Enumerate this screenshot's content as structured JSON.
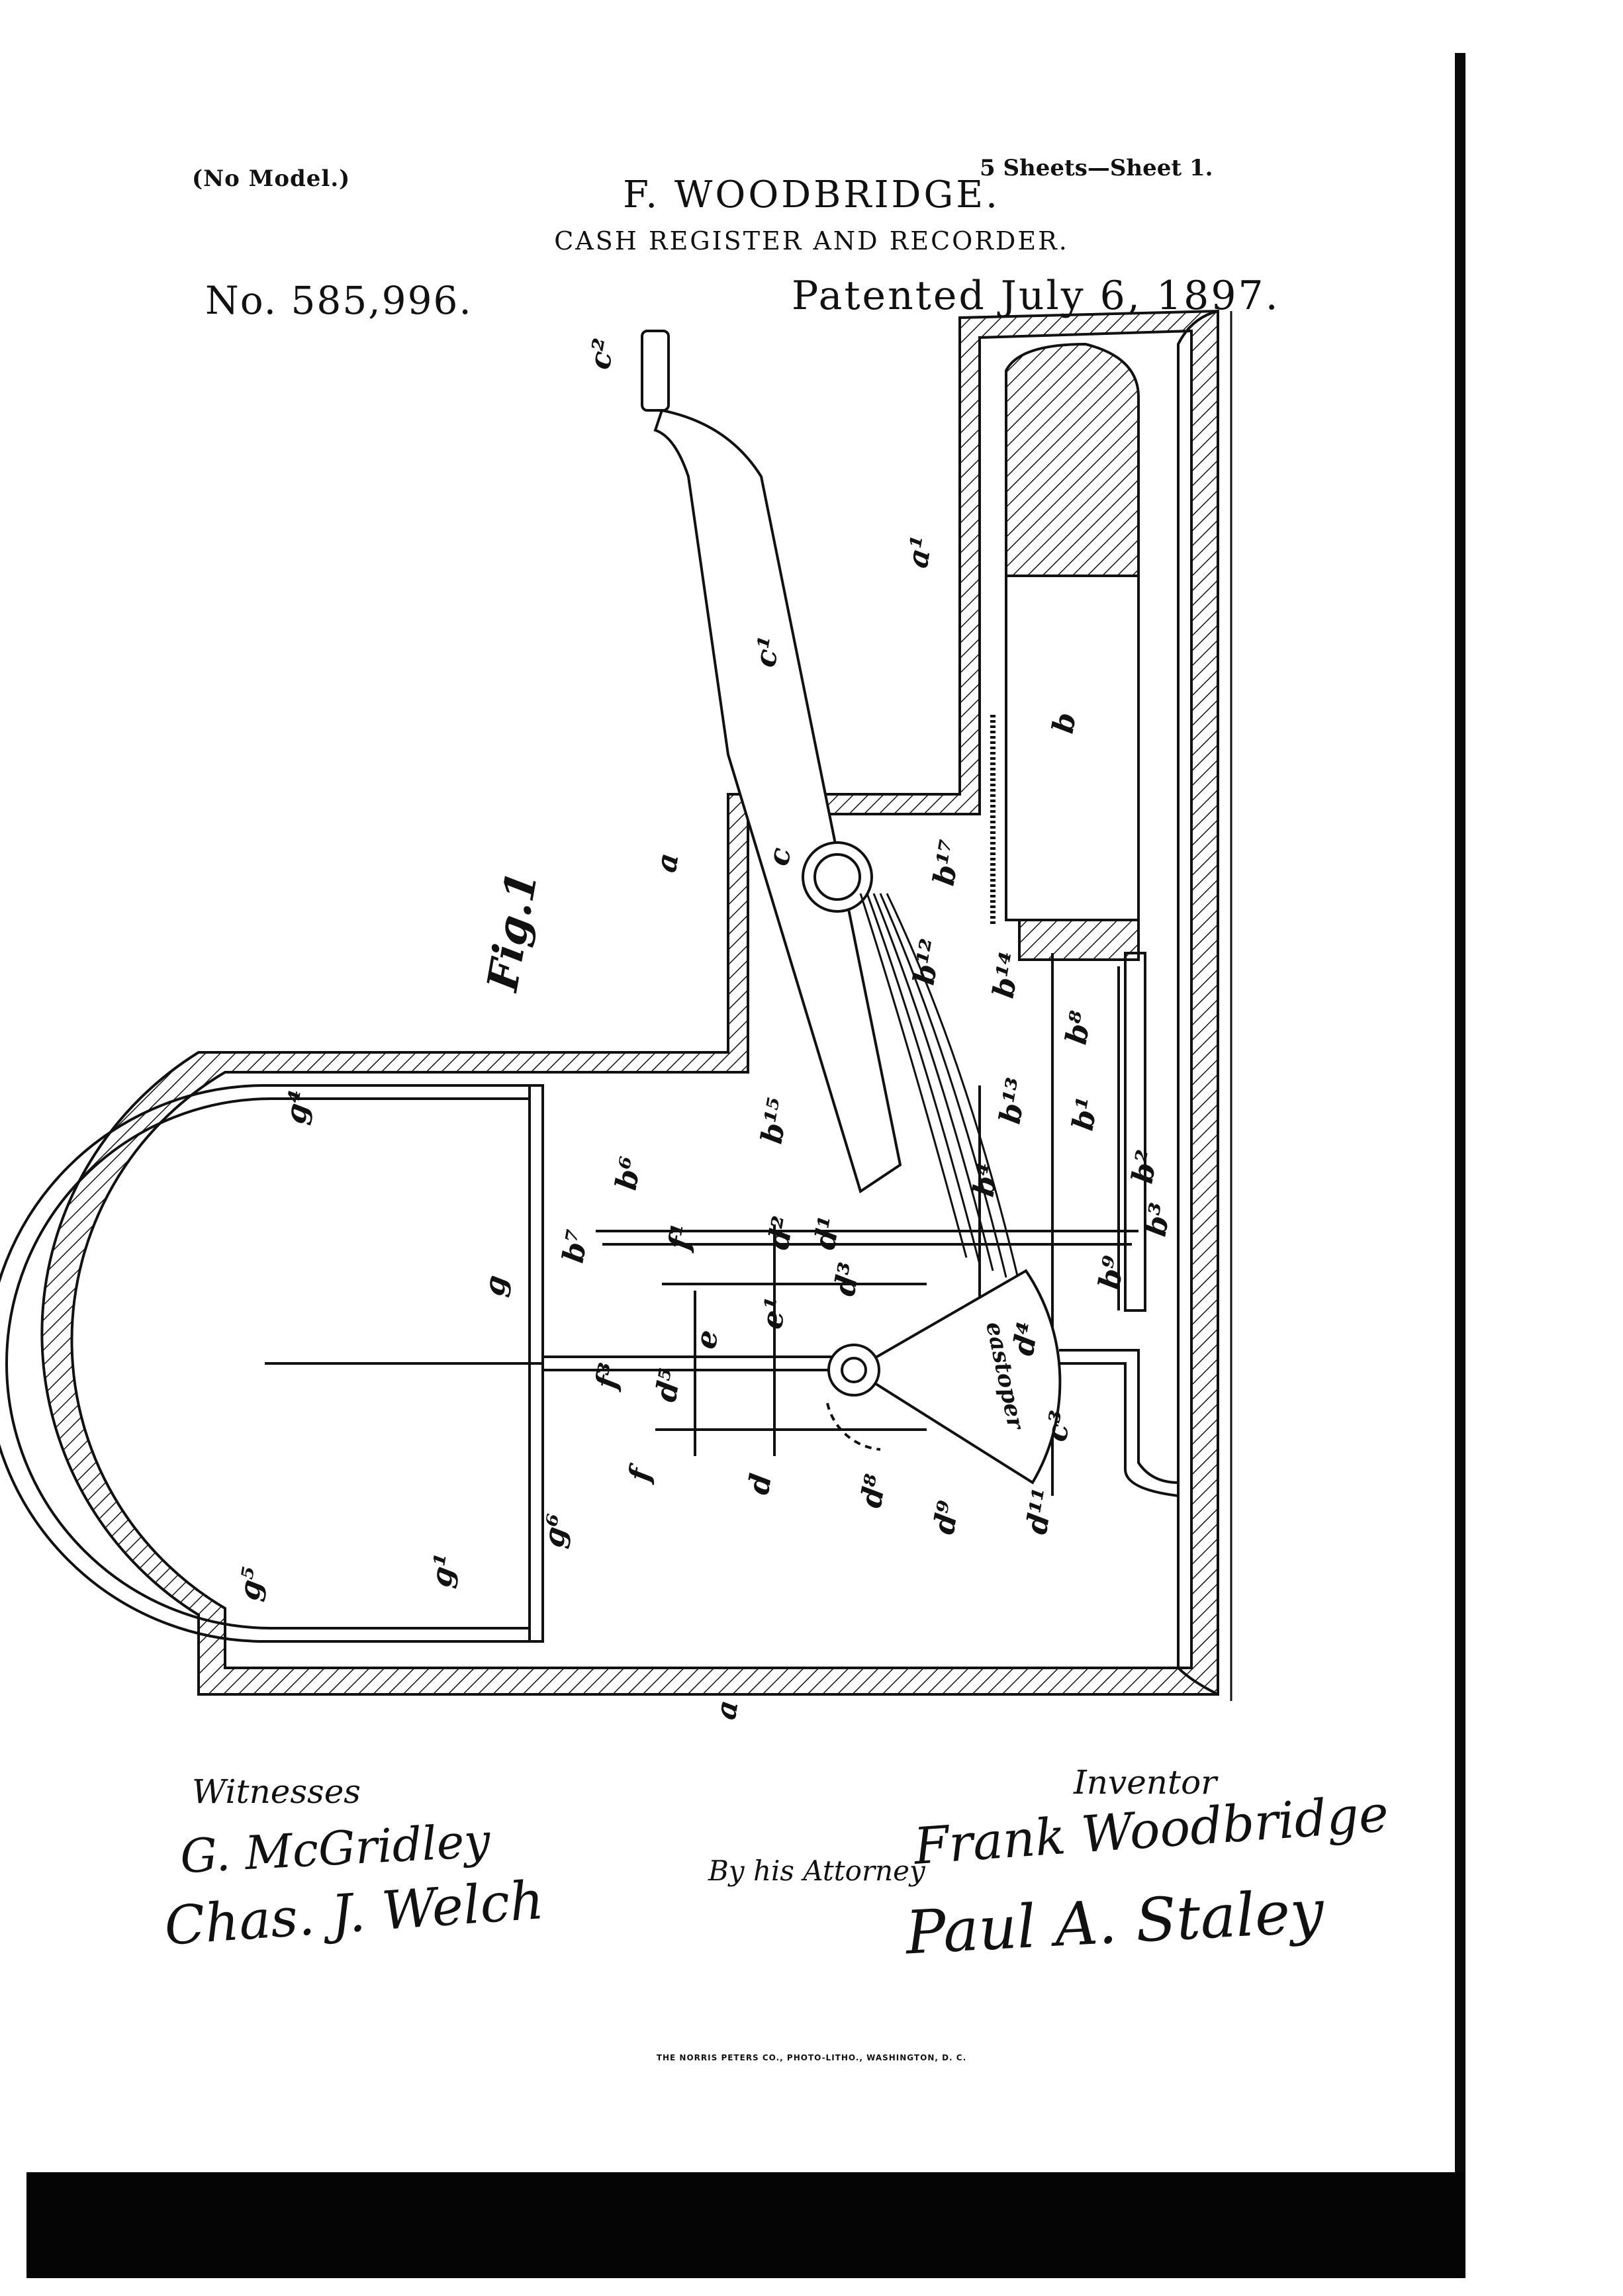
{
  "header": {
    "model_note": "(No Model.)",
    "sheets": "5 Sheets—Sheet 1.",
    "inventor_name": "F. WOODBRIDGE.",
    "title": "CASH REGISTER AND RECORDER.",
    "patent_number": "No. 585,996.",
    "patent_date": "Patented July 6, 1897."
  },
  "figure": {
    "label": "Fig.1",
    "dial_text": "eastoper",
    "reference_labels": [
      "c2",
      "a1",
      "c1",
      "b",
      "a",
      "c",
      "b17",
      "b12",
      "b14",
      "b8",
      "b15",
      "b6",
      "b13",
      "b1",
      "b4",
      "b2",
      "b3",
      "b9",
      "b7",
      "f1",
      "d2",
      "d3",
      "d1",
      "g4",
      "g",
      "e1",
      "e",
      "d4",
      "c3",
      "f3",
      "d5",
      "f",
      "d",
      "d8",
      "d9",
      "d11",
      "g6",
      "g5",
      "g1",
      "a"
    ]
  },
  "signatures": {
    "witnesses_label": "Witnesses",
    "witness_1": "G. McGridley",
    "witness_2": "Chas. J. Welch",
    "inventor_label": "Inventor",
    "inventor_signature": "Frank Woodbridge",
    "by_label": "By his Attorney",
    "attorney_signature": "Paul A. Staley"
  },
  "footer": {
    "printer": "THE NORRIS PETERS CO., PHOTO-LITHO., WASHINGTON, D. C."
  }
}
